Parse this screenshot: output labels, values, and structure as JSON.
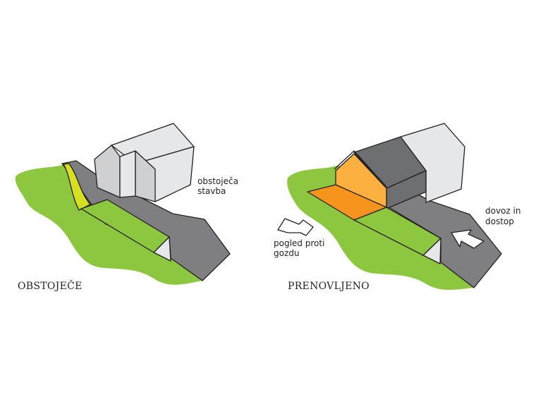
{
  "colors": {
    "grass": "#8dc63f",
    "road": "#7f7f82",
    "wall_light": "#e6e7e8",
    "wall_mid": "#cfd0d2",
    "roof_dark": "#6d6e71",
    "path_yellow": "#d6e021",
    "deck_orange": "#f7941d",
    "gable_orange": "#fbb040",
    "outline": "#231f20"
  },
  "left_diagram": {
    "caption": "OBSTOJEČE",
    "building_label_line1": "obstoječa",
    "building_label_line2": "stavba"
  },
  "right_diagram": {
    "caption": "PRENOVLJENO",
    "view_label_line1": "pogled proti",
    "view_label_line2": "gozdu",
    "access_label_line1": "dovoz in",
    "access_label_line2": "dostop"
  }
}
